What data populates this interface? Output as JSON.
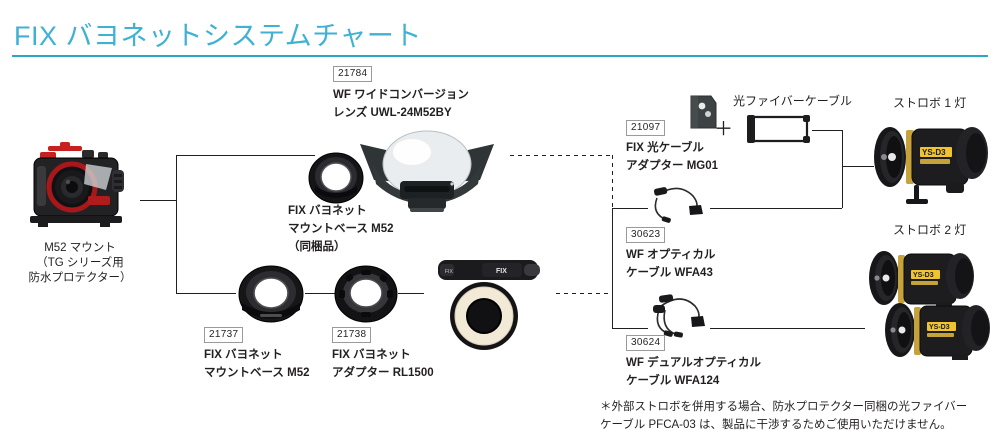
{
  "page": {
    "title": "FIX バヨネットシステムチャート",
    "accent_color": "#3EB1D5",
    "rule_color": "#2BA7C6",
    "background": "#ffffff"
  },
  "nodes": {
    "camera": {
      "name": "camera-housing",
      "caption_line1": "M52 マウント",
      "caption_line2": "（TG シリーズ用",
      "caption_line3": "防水プロテクター）"
    },
    "wide_lens": {
      "code": "21784",
      "caption_line1": "WF ワイドコンバージョン",
      "caption_line2": "レンズ UWL-24M52BY"
    },
    "mount_base_bundled": {
      "caption_line1": "FIX バヨネット",
      "caption_line2": "マウントベース M52",
      "caption_line3": "（同梱品）"
    },
    "mount_base_m52": {
      "code": "21737",
      "caption_line1": "FIX バヨネット",
      "caption_line2": "マウントベース M52"
    },
    "adapter_rl1500": {
      "code": "21738",
      "caption_line1": "FIX バヨネット",
      "caption_line2": "アダプター RL1500"
    },
    "ring_light": {
      "name": "ring-light-rl1500"
    },
    "cable_adapter_mg01": {
      "code": "21097",
      "caption_line1": "FIX 光ケーブル",
      "caption_line2": "アダプター MG01"
    },
    "fiber_cable": {
      "heading": "光ファイバーケーブル",
      "plus_symbol": "＋"
    },
    "optical_cable_wfa43": {
      "code": "30623",
      "caption_line1": "WF オプティカル",
      "caption_line2": "ケーブル WFA43"
    },
    "dual_optical_cable_wfa124": {
      "code": "30624",
      "caption_line1": "WF デュアルオプティカル",
      "caption_line2": "ケーブル WFA124"
    },
    "strobe_one": {
      "heading": "ストロボ 1 灯"
    },
    "strobe_two": {
      "heading": "ストロボ 2 灯"
    }
  },
  "footnote": {
    "line1": "＊外部ストロボを併用する場合、防水プロテクター同梱の光ファイバー",
    "line2": "ケーブル PFCA-03 は、製品に干渉するためご使用いただけません。"
  }
}
